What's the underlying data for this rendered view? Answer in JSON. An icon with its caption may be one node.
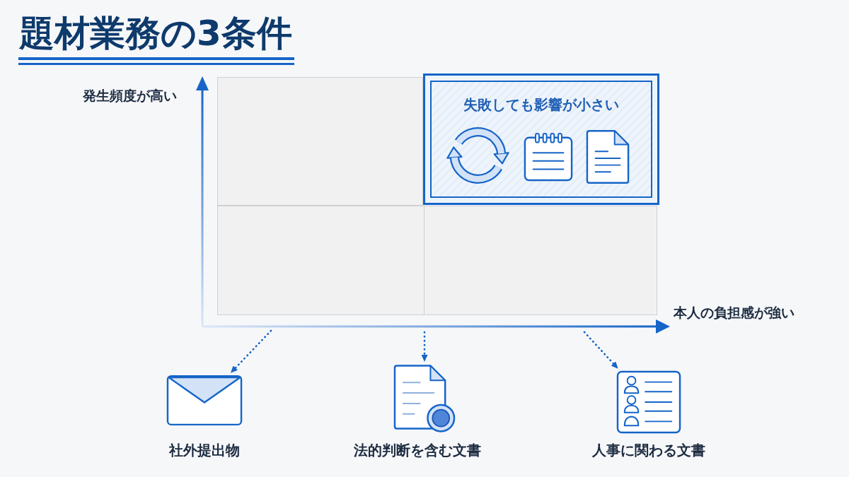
{
  "diagram": {
    "title": "題材業務の3条件",
    "nodes": [
      {
        "text": [],
        "shape": "box"
      },
      {
        "text": [
          "失敗しても影響が小さい"
        ]
      },
      {
        "text": [],
        "shape": "box"
      },
      {
        "text": [],
        "shape": "box"
      },
      {
        "text": [],
        "shape": "picture",
        "beside": [
          "社外提出物"
        ]
      },
      {
        "text": [],
        "shape": "picture",
        "beside": [
          "法的判断を含む文書"
        ]
      },
      {
        "text": [],
        "shape": "picture",
        "beside": [
          "人事に関わる文書"
        ]
      }
    ],
    "edges": [
      {
        "from": null,
        "to": 4,
        "arrow": "to",
        "style": "dashed"
      },
      {
        "from": null,
        "to": 5,
        "arrow": "to",
        "style": "dashed"
      },
      {
        "from": null,
        "to": 6,
        "arrow": "to",
        "style": "dashed"
      }
    ],
    "labels": [
      "発生頻度が高い",
      "本人の負担感が強い"
    ]
  }
}
